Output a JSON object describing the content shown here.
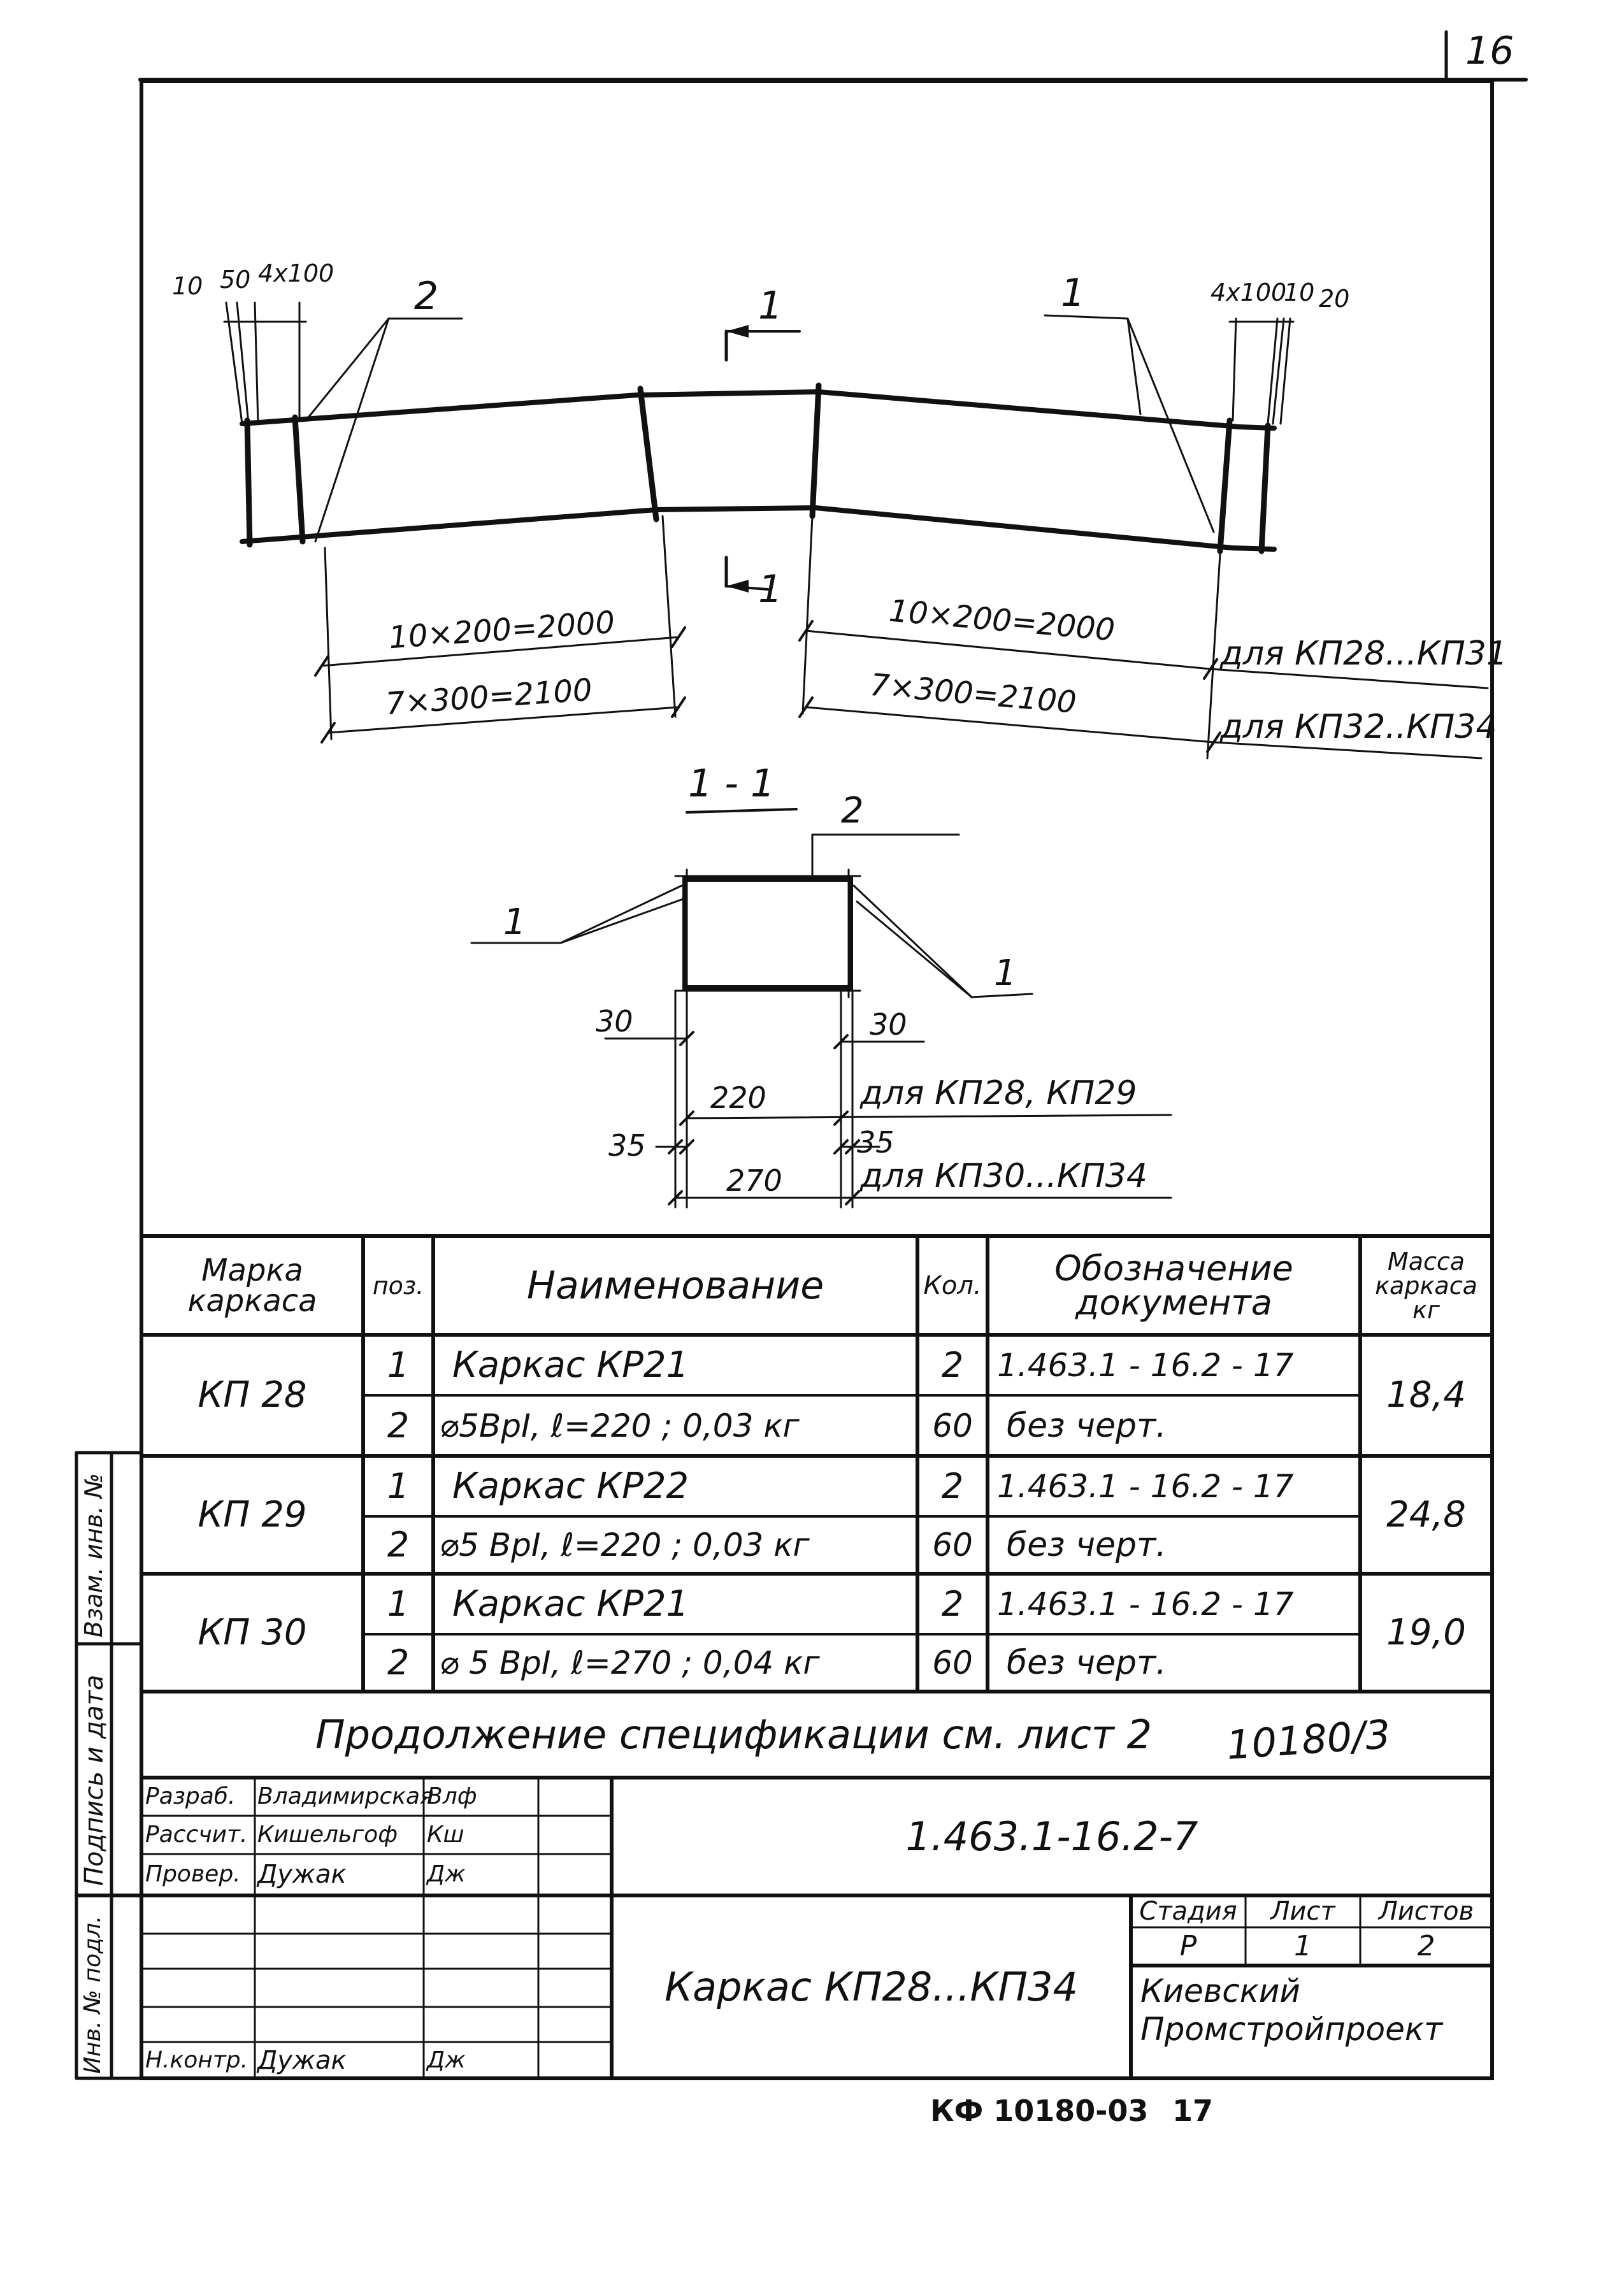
{
  "page_number": "16",
  "drawing": {
    "dims_left_top": [
      "10",
      "50",
      "4x100"
    ],
    "callout_left": "2",
    "section_mark_top": "1",
    "section_mark_bottom": "1",
    "callout_right": "1",
    "dims_right_top": [
      "4x100",
      "10",
      "20"
    ],
    "dim_left_1": "10×200=2000",
    "dim_left_2": "7×300=2100",
    "dim_right_1": "10×200=2000",
    "dim_right_2": "7×300=2100",
    "note_1": "для КП28...КП31",
    "note_2": "для КП32..КП34"
  },
  "section": {
    "title": "1 - 1",
    "callout_top": "2",
    "callout_left": "1",
    "callout_right": "1",
    "dim_30_left": "30",
    "dim_30_right": "30",
    "dim_220": "220",
    "note_220": "для КП28, КП29",
    "dim_35_left": "35",
    "dim_35_right": "35",
    "dim_270": "270",
    "note_270": "для КП30...КП34"
  },
  "spec_table": {
    "headers": {
      "mark": "Марка каркаса",
      "pos": "поз.",
      "name": "Наименование",
      "qty": "Кол.",
      "doc": "Обозначение документа",
      "mass": "Масса каркаса кг"
    },
    "groups": [
      {
        "mark": "КП 28",
        "mass": "18,4",
        "rows": [
          {
            "pos": "1",
            "name": "Каркас КР21",
            "qty": "2",
            "doc": "1.463.1 - 16.2 - 17"
          },
          {
            "pos": "2",
            "name": "⌀5ВрI, ℓ=220 ; 0,03 кг",
            "qty": "60",
            "doc": "без черт."
          }
        ]
      },
      {
        "mark": "КП 29",
        "mass": "24,8",
        "rows": [
          {
            "pos": "1",
            "name": "Каркас КР22",
            "qty": "2",
            "doc": "1.463.1 - 16.2 - 17"
          },
          {
            "pos": "2",
            "name": "⌀5 ВрI, ℓ=220 ; 0,03 кг",
            "qty": "60",
            "doc": "без черт."
          }
        ]
      },
      {
        "mark": "КП 30",
        "mass": "19,0",
        "rows": [
          {
            "pos": "1",
            "name": "Каркас КР21",
            "qty": "2",
            "doc": "1.463.1 - 16.2 - 17"
          },
          {
            "pos": "2",
            "name": "⌀ 5 ВрI, ℓ=270 ; 0,04 кг",
            "qty": "60",
            "doc": "без черт."
          }
        ]
      }
    ],
    "continuation": "Продолжение спецификации см. лист 2",
    "continuation_ref": "10180/3"
  },
  "title_block": {
    "roles": [
      {
        "role": "Разраб.",
        "name": "Владимирская",
        "sign": "Влф"
      },
      {
        "role": "Рассчит.",
        "name": "Кишельгоф",
        "sign": "Кш"
      },
      {
        "role": "Провер.",
        "name": "Дужак",
        "sign": "Дж"
      },
      {
        "role": "",
        "name": "",
        "sign": ""
      },
      {
        "role": "",
        "name": "",
        "sign": ""
      },
      {
        "role": "",
        "name": "",
        "sign": ""
      },
      {
        "role": "",
        "name": "",
        "sign": ""
      },
      {
        "role": "Н.контр.",
        "name": "Дужак",
        "sign": "Дж"
      }
    ],
    "code": "1.463.1-16.2-7",
    "title": "Каркас КП28...КП34",
    "stage_label": "Стадия",
    "sheet_label": "Лист",
    "sheets_label": "Листов",
    "stage": "Р",
    "sheet": "1",
    "sheets": "2",
    "org_line1": "Киевский",
    "org_line2": "Промстройпроект"
  },
  "left_strip": {
    "inv_orig": "Инв. № подл.",
    "sign_date": "Подпись и дата",
    "replace_inv": "Взам. инв. №"
  },
  "footer": {
    "archive": "КФ 10180-03",
    "number": "17"
  }
}
